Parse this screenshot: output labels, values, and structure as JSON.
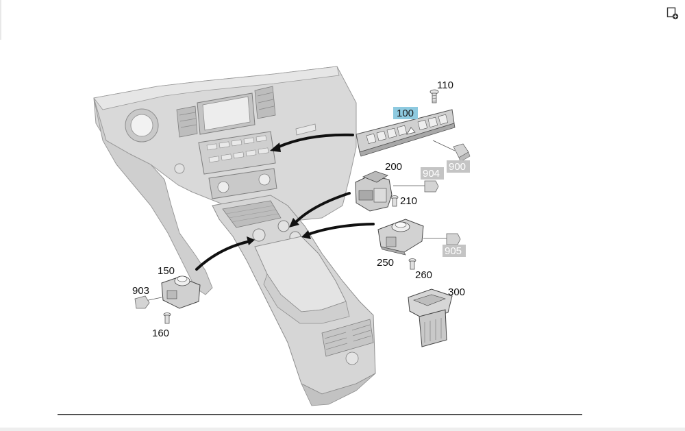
{
  "toolbar": {
    "corner_icon": "document-add-icon"
  },
  "diagram": {
    "callouts": {
      "c100": "100",
      "c110": "110",
      "c900": "900",
      "c200": "200",
      "c904": "904",
      "c210": "210",
      "c905": "905",
      "c250": "250",
      "c260": "260",
      "c150": "150",
      "c903": "903",
      "c160": "160",
      "c300": "300"
    },
    "colors": {
      "highlight": "#8ecae0",
      "grey_tag": "#c4c4c4",
      "line": "#1a1a1a"
    }
  }
}
